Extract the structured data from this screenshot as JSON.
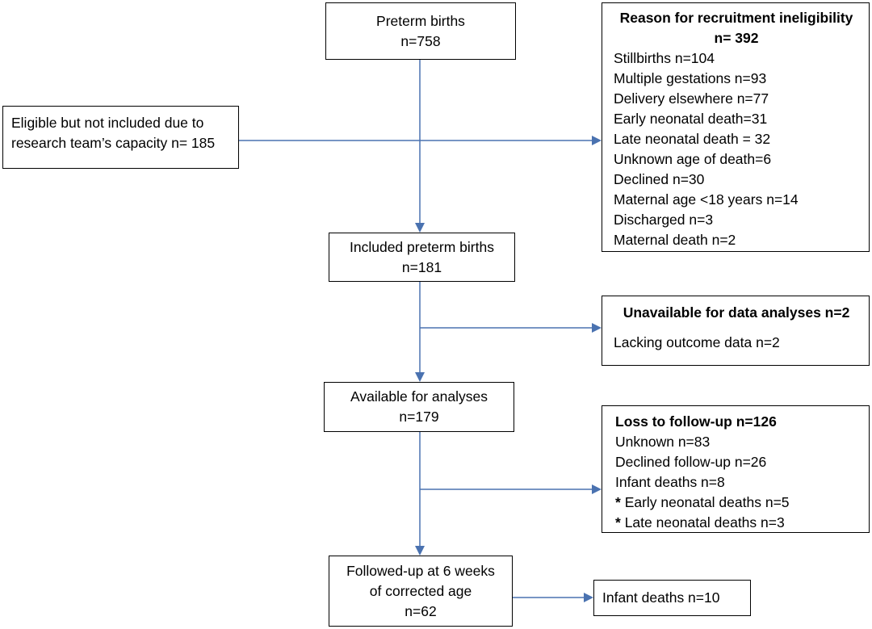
{
  "boxes": {
    "preterm_births": {
      "title": "Preterm births",
      "n": "n=758"
    },
    "ineligibility": {
      "title": "Reason for recruitment ineligibility",
      "n": "n= 392",
      "items": [
        "Stillbirths n=104",
        "Multiple gestations n=93",
        "Delivery elsewhere n=77",
        "Early neonatal death=31",
        "Late neonatal death = 32",
        "Unknown age of death=6",
        "Declined n=30",
        "Maternal age <18 years n=14",
        "Discharged n=3",
        "Maternal death n=2"
      ]
    },
    "not_included": {
      "line1": "Eligible but not included due to",
      "line2": "research team’s capacity n= 185"
    },
    "included": {
      "title": "Included preterm births",
      "n": "n=181"
    },
    "unavailable": {
      "title": "Unavailable for data analyses n=2",
      "item": "Lacking outcome data n=2"
    },
    "available": {
      "title": "Available for analyses",
      "n": "n=179"
    },
    "loss": {
      "title": "Loss to follow-up n=126",
      "items": [
        "Unknown n=83",
        "Declined follow-up n=26",
        "Infant deaths n=8"
      ],
      "subitems": [
        "Early neonatal deaths n=5",
        "Late neonatal deaths n=3"
      ],
      "bullet": "*"
    },
    "followed_up": {
      "line1": "Followed-up at 6 weeks",
      "line2": "of corrected age",
      "n": "n=62"
    },
    "infant_deaths": {
      "label": "Infant deaths n=10"
    }
  },
  "colors": {
    "arrow": "#4a72b0",
    "border": "#000000"
  }
}
